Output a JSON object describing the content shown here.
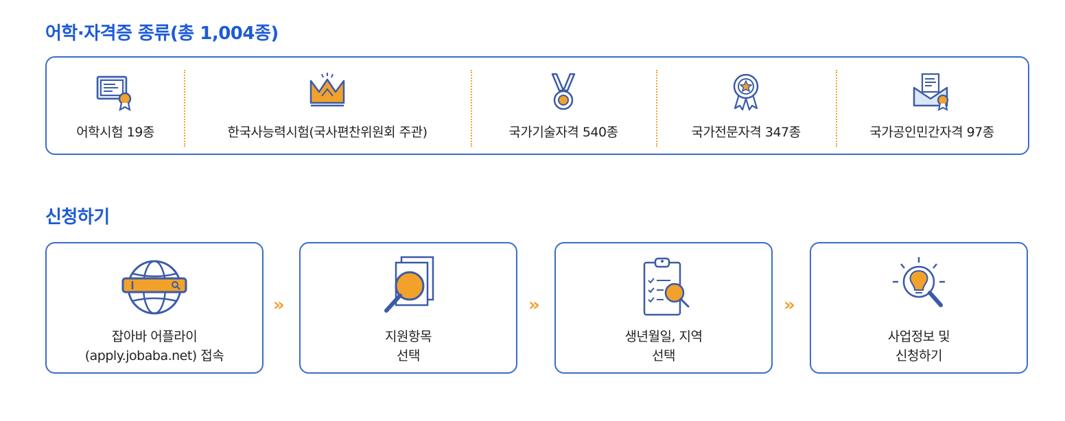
{
  "section1": {
    "title": "어학·자격증 종류(총 1,004종)",
    "items": [
      {
        "label": "어학시험 19종",
        "icon": "certificate-icon"
      },
      {
        "label": "한국사능력시험(국사편찬위원회 주관)",
        "icon": "crown-icon"
      },
      {
        "label": "국가기술자격 540종",
        "icon": "medal-icon"
      },
      {
        "label": "국가전문자격 347종",
        "icon": "award-ribbon-icon"
      },
      {
        "label": "국가공인민간자격 97종",
        "icon": "envelope-award-icon"
      }
    ]
  },
  "section2": {
    "title": "신청하기",
    "steps": [
      {
        "line1": "잡아바 어플라이",
        "line2": "(apply.jobaba.net) 접속",
        "icon": "globe-search-icon"
      },
      {
        "line1": "지원항목",
        "line2": "선택",
        "icon": "document-search-icon"
      },
      {
        "line1": "생년월일, 지역",
        "line2": "선택",
        "icon": "clipboard-search-icon"
      },
      {
        "line1": "사업정보 및",
        "line2": "신청하기",
        "icon": "lightbulb-search-icon"
      }
    ],
    "arrow": "»"
  },
  "colors": {
    "accent_blue": "#1d5bd6",
    "border_blue": "#3b6cc8",
    "orange": "#f2a22a"
  }
}
